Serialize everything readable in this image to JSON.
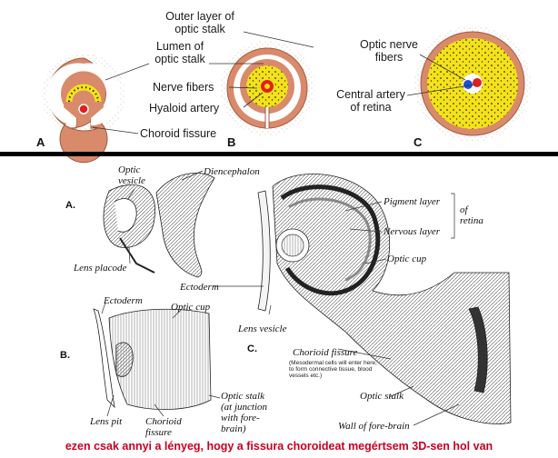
{
  "top_figure": {
    "panels": {
      "a": "A",
      "b": "B",
      "c": "C"
    },
    "labels": {
      "outer_layer": "Outer layer of\noptic stalk",
      "lumen": "Lumen of\noptic stalk",
      "nerve_fibers": "Nerve fibers",
      "hyaloid_artery": "Hyaloid artery",
      "choroid_fissure": "Choroid fissure",
      "optic_nerve_fibers": "Optic nerve\nfibers",
      "central_artery": "Central artery\nof retina"
    }
  },
  "bottom_figure": {
    "panels": {
      "a": "A.",
      "b": "B.",
      "c": "C."
    },
    "labels": {
      "optic_vesicle": "Optic\nvesicle",
      "diencephalon": "Diencephalon",
      "lens_placode": "Lens placode",
      "ectoderm_a": "Ectoderm",
      "ectoderm_b": "Ectoderm",
      "optic_cup_b": "Optic cup",
      "lens_pit": "Lens pit",
      "chorioid_fissure_b": "Chorioid\nfissure",
      "optic_stalk_b": "Optic stalk\n(at junction\nwith fore-\nbrain)",
      "pigment_layer": "Pigment layer",
      "nervous_layer": "Nervous layer",
      "of_retina": "of\nretina",
      "optic_cup_c": "Optic cup",
      "lens_vesicle": "Lens vesicle",
      "chorioid_fissure_c": "Chorioid fissure",
      "mesodermal_note": "(Mesodermal cells will enter here,\nto form connective tissue, blood\nvessels etc.)",
      "optic_stalk_c": "Optic stalk",
      "wall_forebrain": "Wall of fore-brain"
    }
  },
  "caption": "ezen csak annyi a lényeg, hogy a fissura choroideat megértsem 3D-sen hol van",
  "colors": {
    "outer_tissue": "#d98a6a",
    "lumen": "#ffffff",
    "inner_yellow": "#f3e21a",
    "dots": "#3a3000",
    "artery_red": "#e02020",
    "vein_blue": "#2050d0",
    "divider": "#000000",
    "caption_red": "#c8001e"
  }
}
